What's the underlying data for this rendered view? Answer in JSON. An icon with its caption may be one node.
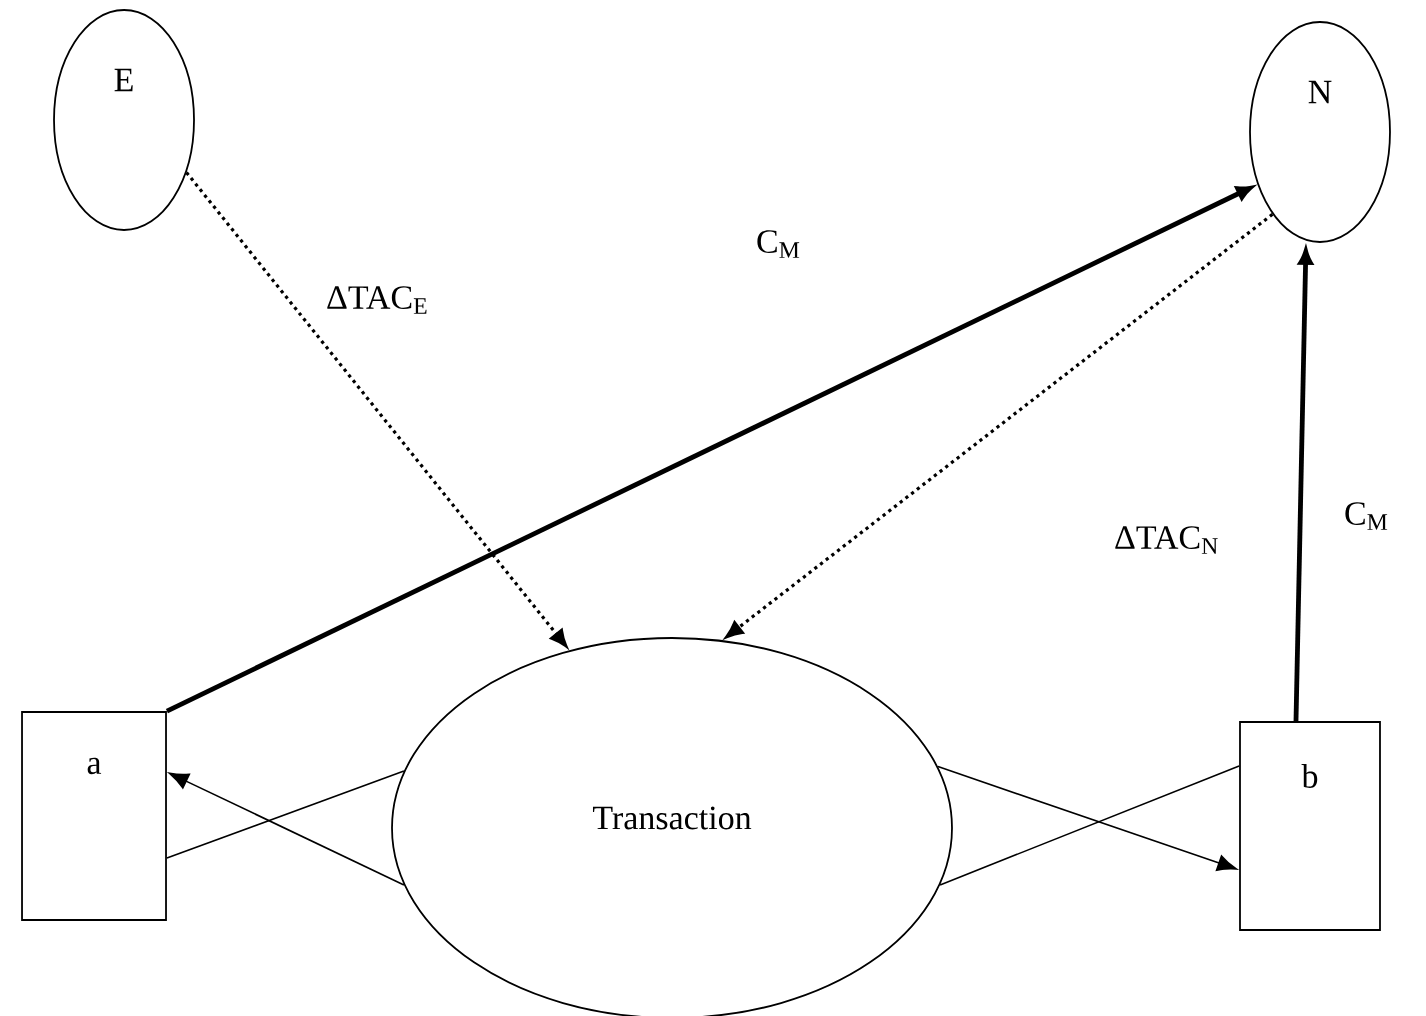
{
  "diagram": {
    "nodes": [
      {
        "text": [
          "E"
        ]
      },
      {
        "text": [
          "N"
        ]
      },
      {
        "text": [
          "a"
        ]
      },
      {
        "text": [
          "Transaction"
        ]
      },
      {
        "text": [
          "b"
        ]
      }
    ],
    "edges": [
      {
        "from": 0,
        "to": 3,
        "arrow": "to",
        "style": "dashed",
        "label": "ΔTAC$_{E}$"
      },
      {
        "from": 2,
        "to": 1,
        "arrow": "to",
        "style": "thick",
        "label": "C$_{M}$"
      },
      {
        "from": 1,
        "to": 3,
        "arrow": "to",
        "style": "dashed",
        "label": "ΔTAC$_{N}$"
      },
      {
        "from": 4,
        "to": 1,
        "arrow": "to",
        "style": "thick",
        "label": "C$_{M}$"
      },
      {
        "from": 2,
        "to": 3,
        "arrow": "none"
      },
      {
        "from": 3,
        "to": 2,
        "arrow": "to"
      },
      {
        "from": 3,
        "to": 4,
        "arrow": "to"
      },
      {
        "from": 4,
        "to": 3,
        "arrow": "none"
      }
    ]
  }
}
